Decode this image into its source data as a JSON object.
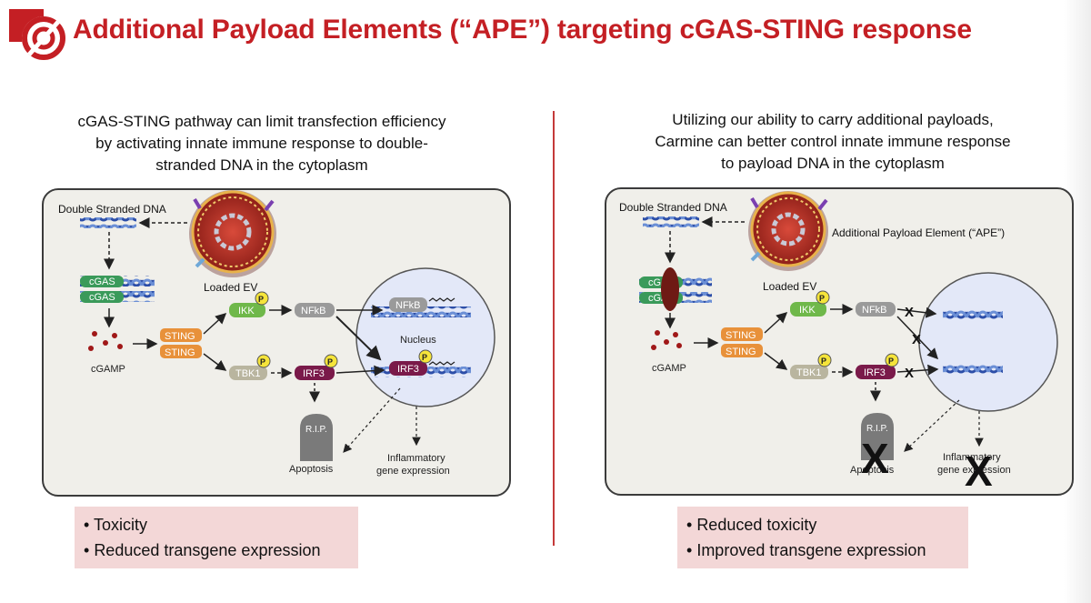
{
  "title": "Additional Payload Elements (“APE”) targeting cGAS-STING response",
  "colors": {
    "title": "#c41f24",
    "divider": "#c43a3a",
    "bullet_box": "#f3d7d7",
    "panel_bg": "#f0efea",
    "nucleus": "#e3e8f8"
  },
  "left": {
    "caption": [
      "cGAS-STING pathway can limit transfection efficiency",
      "by activating innate immune response to double-",
      "stranded DNA in the cytoplasm"
    ],
    "bullets": [
      "Toxicity",
      "Reduced transgene expression"
    ]
  },
  "right": {
    "caption": [
      "Utilizing our ability to carry additional payloads,",
      "Carmine can better control innate immune response",
      "to payload DNA in the cytoplasm"
    ],
    "bullets": [
      "Reduced toxicity",
      "Improved transgene expression"
    ],
    "ape_label": "Additional Payload Element (“APE”)"
  },
  "diagram": {
    "dsdna": "Double Stranded DNA",
    "loaded_ev": "Loaded EV",
    "cgas": "cGAS",
    "cgamp": "cGAMP",
    "sting": "STING",
    "ikk": "IKK",
    "tbk1": "TBK1",
    "nfkb": "NFkB",
    "irf3": "IRF3",
    "p": "P",
    "nucleus": "Nucleus",
    "rip": "R.I.P.",
    "apoptosis": "Apoptosis",
    "inflammatory_line1": "Inflammatory",
    "inflammatory_line2": "gene expression",
    "block_mark": "X"
  }
}
